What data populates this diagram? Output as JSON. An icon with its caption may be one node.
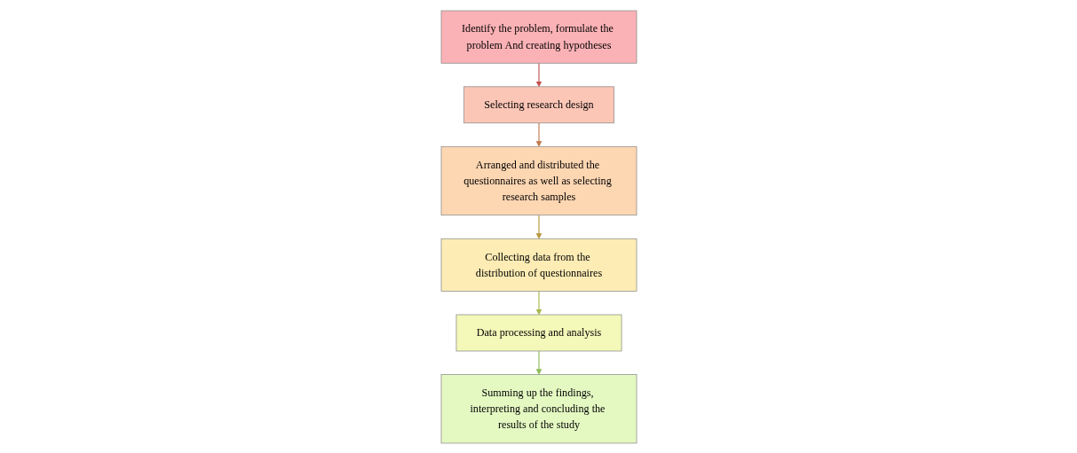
{
  "diagram": {
    "nodes": [
      {
        "text": [
          "Identify the problem, formulate the problem And creating hypotheses"
        ]
      },
      {
        "text": [
          "Selecting research design"
        ]
      },
      {
        "text": [
          "Arranged and distributed the questionnaires as well as selecting research samples"
        ]
      },
      {
        "text": [
          "Collecting data from the distribution of questionnaires"
        ]
      },
      {
        "text": [
          "Data processing and analysis"
        ]
      },
      {
        "text": [
          "Summing up the findings, interpreting and concluding the results of the study"
        ]
      }
    ],
    "edges": [
      {
        "from": 0,
        "to": 1,
        "arrow": "to",
        "color": "#c0504d"
      },
      {
        "from": 1,
        "to": 2,
        "arrow": "to",
        "color": "#c07a4d"
      },
      {
        "from": 2,
        "to": 3,
        "arrow": "to",
        "color": "#b8963c"
      },
      {
        "from": 3,
        "to": 4,
        "arrow": "to",
        "color": "#a8b84c"
      },
      {
        "from": 4,
        "to": 5,
        "arrow": "to",
        "color": "#8fbc5a"
      }
    ]
  }
}
